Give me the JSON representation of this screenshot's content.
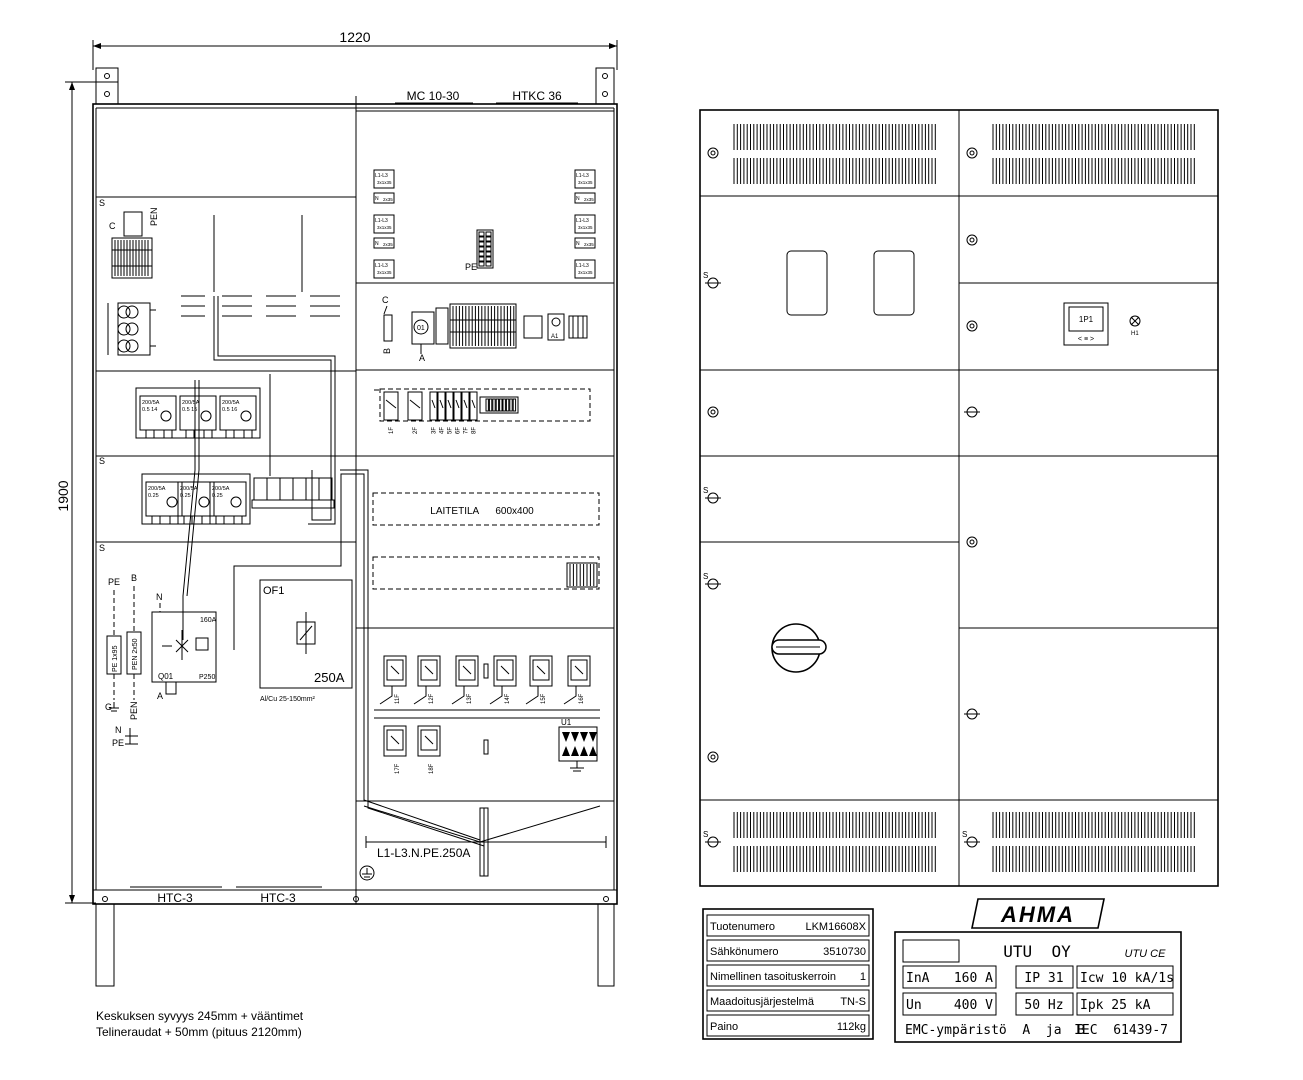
{
  "dimensions": {
    "width_mm": "1220",
    "height_mm": "1900"
  },
  "top_labels": {
    "left": "MC 10-30",
    "right": "HTKC 36"
  },
  "bottom_labels": {
    "left": "HTC-3",
    "right": "HTC-3"
  },
  "left_panel": {
    "pen_label": "PEN",
    "c_label": "C",
    "s_label": "S",
    "s_label_2": "S",
    "s_label_3": "S",
    "fuses_upper": [
      "200/5A",
      "200/5A",
      "200/5A"
    ],
    "fuses_upper_sub": [
      "0.5 14",
      "0.5 15",
      "0.5 16"
    ],
    "fuses_lower": [
      "200/5A",
      "200/5A",
      "200/5A"
    ],
    "fuses_lower_sub": [
      "0.25",
      "0.25",
      "0.25"
    ],
    "pe_label": "PE",
    "b_label": "B",
    "n_label": "N",
    "g_label": "G",
    "pe_bus": "PE 1x95",
    "pen_bus": "PEN 2x50",
    "pen_text": "PEN",
    "n_label_2": "N",
    "pe_label_2": "PE",
    "breaker_rating": "160A",
    "breaker_id": "Q01",
    "breaker_sub": "P250",
    "a_label": "A",
    "of_label": "OF1",
    "of_rating": "250A",
    "cable_spec": "Al/Cu 25-150mm²"
  },
  "right_panel": {
    "terminals_left": [
      "L1-L3 3x1x35",
      "N 2x35",
      "L1-L3 3x1x35",
      "N 2x35",
      "L1-L3 3x1x35"
    ],
    "terminals_right": [
      "L1-L3 3x1x35",
      "N 2x35",
      "L1-L3 3x1x35",
      "N 2x35",
      "L1-L3 3x1x35"
    ],
    "pe_label": "PE",
    "c_label": "C",
    "b_label": "B",
    "a_label": "A",
    "meter_id": "01",
    "a1_label": "A1",
    "breakers_row1": [
      "1F",
      "2F",
      "3F",
      "4F",
      "5F",
      "6F",
      "7F",
      "8F"
    ],
    "device_space": "LAITETILA      600x400",
    "breakers_row2": [
      "11F",
      "12F",
      "13F",
      "14F",
      "15F",
      "16F"
    ],
    "breakers_row3": [
      "17F",
      "18F"
    ],
    "u1_label": "U1",
    "bus_label": "L1-L3.N.PE.250A"
  },
  "notes": [
    "Keskuksen syvyys 245mm + vääntimet",
    "Telineraudat + 50mm (pituus 2120mm)"
  ],
  "front_view": {
    "s_label": "S",
    "meter_label": "1P1",
    "meter_sub": "< ≡ >",
    "lamp_label": "H1"
  },
  "info_table": {
    "rows": [
      {
        "label": "Tuotenumero",
        "value": "LKM16608X"
      },
      {
        "label": "Sähkönumero",
        "value": "3510730"
      },
      {
        "label": "Nimellinen tasoituskerroin",
        "value": "1"
      },
      {
        "label": "Maadoitusjärjestelmä",
        "value": "TN-S"
      },
      {
        "label": "Paino",
        "value": "112kg"
      }
    ]
  },
  "nameplate": {
    "brand": "AHMA",
    "maker": "UTU  OY",
    "mark": "UTU CE",
    "row1": [
      "InA",
      "160  A",
      "IP  31",
      "Icw  10 kA/1s"
    ],
    "row2": [
      "Un",
      "400  V",
      "50  Hz",
      "Ipk     25  kA"
    ],
    "footer_left": "EMC-ympäristö  A  ja  B",
    "footer_right": "IEC  61439-7"
  }
}
